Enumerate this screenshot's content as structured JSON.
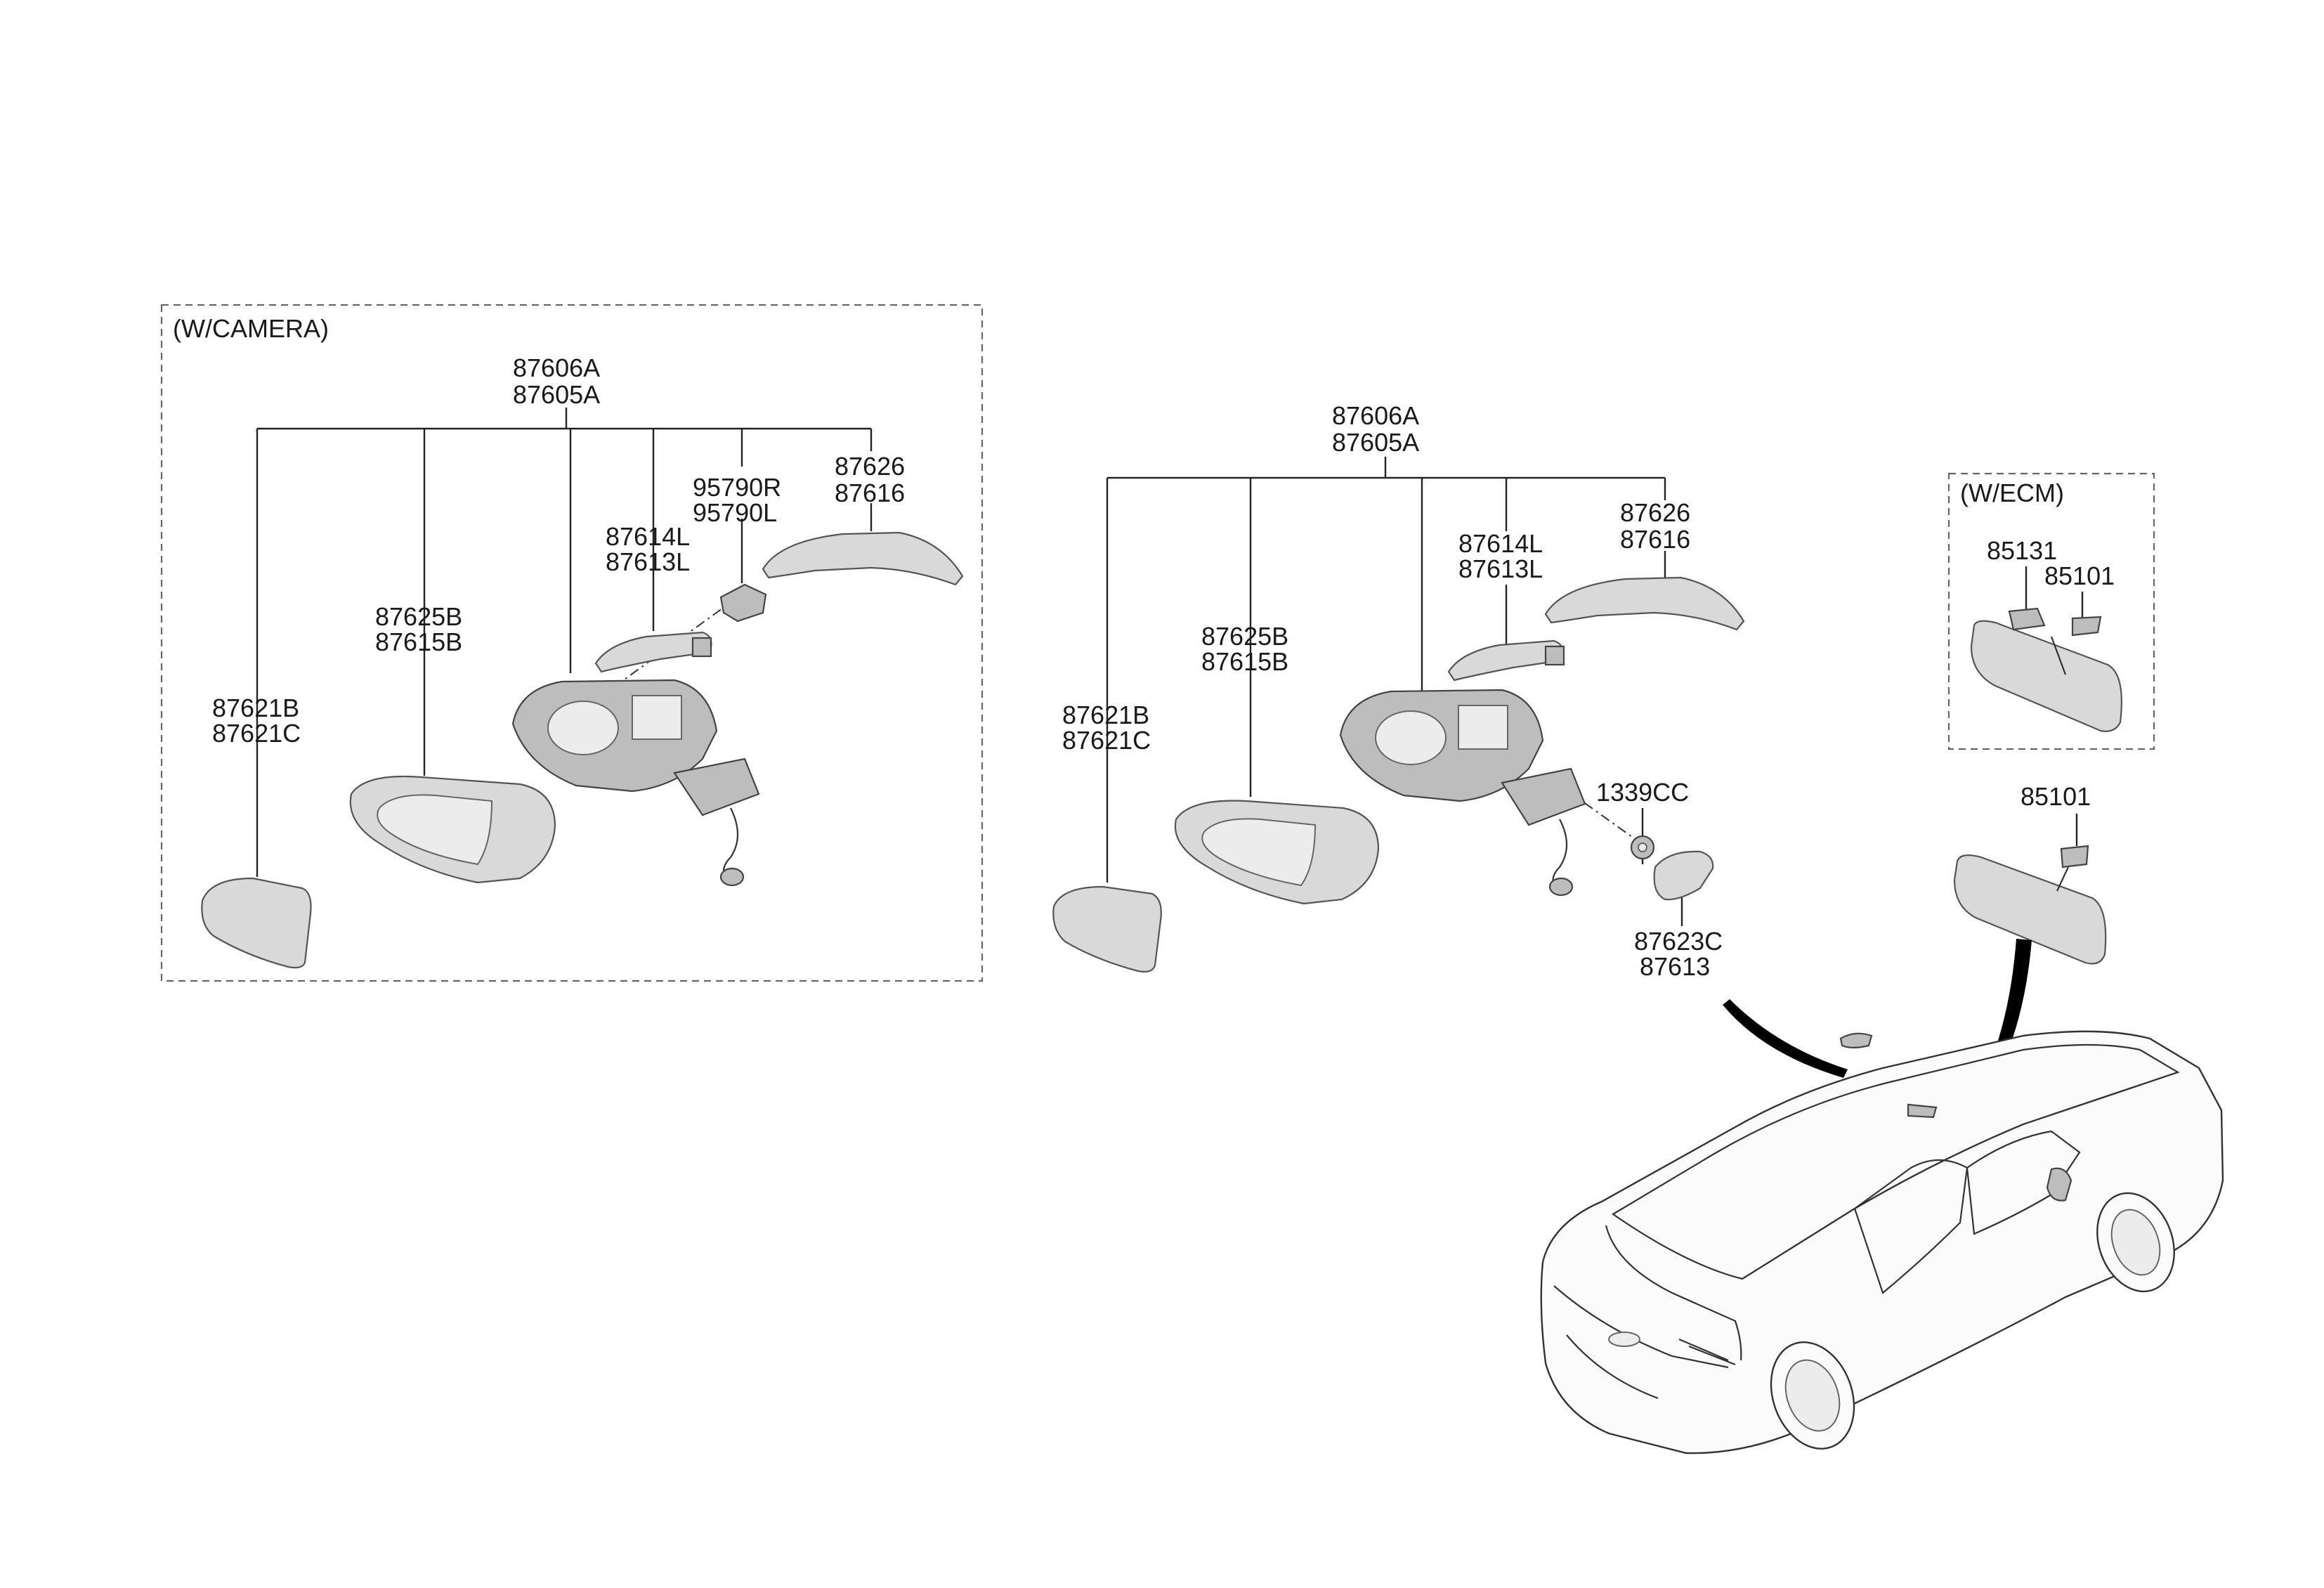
{
  "groups": {
    "camera": {
      "title": "(W/CAMERA)"
    },
    "ecm": {
      "title": "(W/ECM)"
    }
  },
  "labels": {
    "cam_assy_a": "87606A",
    "cam_assy_b": "87605A",
    "cam_cover_a": "87626",
    "cam_cover_b": "87616",
    "cam_camera_r": "95790R",
    "cam_camera_l": "95790L",
    "cam_lamp_a": "87614L",
    "cam_lamp_b": "87613L",
    "cam_housing_a": "87625B",
    "cam_housing_b": "87615B",
    "cam_glass_a": "87621B",
    "cam_glass_b": "87621C",
    "std_assy_a": "87606A",
    "std_assy_b": "87605A",
    "std_cover_a": "87626",
    "std_cover_b": "87616",
    "std_lamp_a": "87614L",
    "std_lamp_b": "87613L",
    "std_housing_a": "87625B",
    "std_housing_b": "87615B",
    "std_glass_a": "87621B",
    "std_glass_b": "87621C",
    "screw": "1339CC",
    "puddle_a": "87623C",
    "puddle_b": "87613",
    "ecm_cover": "85131",
    "ecm_mirror": "85101",
    "inside_mirror": "85101"
  }
}
